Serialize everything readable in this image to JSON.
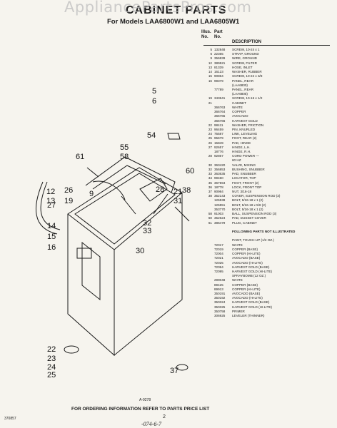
{
  "watermark": "AppliancePartsPros.com",
  "title": "CABINET PARTS",
  "subtitle": "For Models LAA6800W1 and LAA6805W1",
  "header": {
    "illus_no": "Illus.\nNo.",
    "part_no": "Part\nNo.",
    "description": "DESCRIPTION"
  },
  "parts": [
    {
      "illus": "5",
      "part": "132848",
      "desc": "SCREW, 10-24 x 1"
    },
    {
      "illus": "6",
      "part": "22365",
      "desc": "STRAP, GROUND"
    },
    {
      "illus": "9",
      "part": "356839",
      "desc": "WIRE, GROUND"
    },
    {
      "illus": "12",
      "part": "389521",
      "desc": "SCREW, FILTER"
    },
    {
      "illus": "13",
      "part": "81339",
      "desc": "HOSE, INLET"
    },
    {
      "illus": "14",
      "part": "16123",
      "desc": "WASHER, RUBBER"
    },
    {
      "illus": "15",
      "part": "90864",
      "desc": "SCREW, 10-24 x 3/8"
    },
    {
      "illus": "16",
      "part": "99379",
      "desc": "PANEL, REAR"
    },
    {
      "illus": "",
      "part": "",
      "desc": "(LAA6800)"
    },
    {
      "illus": "",
      "part": "77789",
      "desc": "PANEL, REAR"
    },
    {
      "illus": "",
      "part": "",
      "desc": "(LAA6805)"
    },
    {
      "illus": "19",
      "part": "343641",
      "desc": "SCREW, 10-16 x 1/2"
    },
    {
      "illus": "21",
      "part": "",
      "desc": "CABINET"
    },
    {
      "illus": "",
      "part": "366763",
      "desc": "WHITE"
    },
    {
      "illus": "",
      "part": "366764",
      "desc": "COPPER"
    },
    {
      "illus": "",
      "part": "366765",
      "desc": "AVOCADO"
    },
    {
      "illus": "",
      "part": "366766",
      "desc": "HARVEST GOLD"
    },
    {
      "illus": "22",
      "part": "98411",
      "desc": "WASHER, FRICTION"
    },
    {
      "illus": "23",
      "part": "96459",
      "desc": "PIN, KNURLED"
    },
    {
      "illus": "24",
      "part": "75587",
      "desc": "LINK, LEVELING"
    },
    {
      "illus": "25",
      "part": "95679",
      "desc": "FOOT, REAR (2)"
    },
    {
      "illus": "26",
      "part": "15849",
      "desc": "PAD, HINGE"
    },
    {
      "illus": "27",
      "part": "92657",
      "desc": "HINGE, L.H."
    },
    {
      "illus": "",
      "part": "18776",
      "desc": "HINGE, R.H."
    },
    {
      "illus": "28",
      "part": "92867",
      "desc": "CORD POWER —"
    },
    {
      "illus": "",
      "part": "",
      "desc": "60 HZ"
    },
    {
      "illus": "30",
      "part": "363420",
      "desc": "VALVE, MIXING"
    },
    {
      "illus": "32",
      "part": "356853",
      "desc": "BUSHING, SNUBBER"
    },
    {
      "illus": "33",
      "part": "363635",
      "desc": "PAD, SNUBBER"
    },
    {
      "illus": "34",
      "part": "99460",
      "desc": "LOCATOR, TOP"
    },
    {
      "illus": "35",
      "part": "367594",
      "desc": "FOOT, FRONT (2)"
    },
    {
      "illus": "36",
      "part": "18778",
      "desc": "LOCK, FRONT TOP"
    },
    {
      "illus": "37",
      "part": "90984",
      "desc": "NUT, 3/16-18"
    },
    {
      "illus": "38",
      "part": "352143",
      "desc": "COVER, SUSPENSION ROD (3)"
    },
    {
      "illus": "",
      "part": "126538",
      "desc": "BOLT, 5/16-18 x 1 (2)"
    },
    {
      "illus": "",
      "part": "126551",
      "desc": "BOLT, 5/16-18 x 5/8 (2)"
    },
    {
      "illus": "",
      "part": "353770",
      "desc": "BOLT, 5/16-18 x 1 (2)"
    },
    {
      "illus": "58",
      "part": "91003",
      "desc": "BALL, SUSPENSION ROD (3)"
    },
    {
      "illus": "60",
      "part": "352624",
      "desc": "PAD, DUSSET COVER"
    },
    {
      "illus": "61",
      "part": "386479",
      "desc": "PLUG, CABINET"
    },
    {
      "illus": "",
      "part": "",
      "desc": ""
    },
    {
      "illus": "",
      "part": "",
      "desc": "FOLLOWING PARTS NOT ILLUSTRATED",
      "heading": true
    },
    {
      "illus": "",
      "part": "",
      "desc": ""
    },
    {
      "illus": "",
      "part": "",
      "desc": "PAINT, TOUCH-UP (1/2 OZ.)"
    },
    {
      "illus": "",
      "part": "72017",
      "desc": "WHITE"
    },
    {
      "illus": "",
      "part": "72019",
      "desc": "COPPER (BASE)"
    },
    {
      "illus": "",
      "part": "72004",
      "desc": "COPPER (HI-LITE)"
    },
    {
      "illus": "",
      "part": "72021",
      "desc": "AVOCADO (BASE)"
    },
    {
      "illus": "",
      "part": "72025",
      "desc": "AVOCADO (HI-LITE)"
    },
    {
      "illus": "",
      "part": "72094",
      "desc": "HARVEST GOLD (BASE)"
    },
    {
      "illus": "",
      "part": "72095",
      "desc": "HARVEST GOLD (HI-LITE)"
    },
    {
      "illus": "",
      "part": "",
      "desc": "SPRAYBOMB (12 OZ.)"
    },
    {
      "illus": "",
      "part": "299048",
      "desc": "WHITE"
    },
    {
      "illus": "",
      "part": "89425",
      "desc": "COPPER (BASE)"
    },
    {
      "illus": "",
      "part": "89913",
      "desc": "COPPER (HI-LITE)"
    },
    {
      "illus": "",
      "part": "350191",
      "desc": "AVOCADO (BASE)"
    },
    {
      "illus": "",
      "part": "350192",
      "desc": "AVOCADO (HI-LITE)"
    },
    {
      "illus": "",
      "part": "350324",
      "desc": "HARVEST GOLD (BASE)"
    },
    {
      "illus": "",
      "part": "350325",
      "desc": "HARVEST GOLD (HI-LITE)"
    },
    {
      "illus": "",
      "part": "350758",
      "desc": "PRIMER"
    },
    {
      "illus": "",
      "part": "306925",
      "desc": "LEVELER (THINNER)"
    }
  ],
  "callouts": [
    "5",
    "6",
    "54",
    "55",
    "58",
    "60",
    "61",
    "12",
    "26",
    "13",
    "19",
    "9",
    "28",
    "27",
    "14",
    "15",
    "16",
    "21",
    "31",
    "38",
    "32",
    "33",
    "30",
    "22",
    "23",
    "24",
    "25",
    "37"
  ],
  "drawing_code": "A-9278",
  "footer": "FOR ORDERING INFORMATION REFER TO PARTS PRICE LIST",
  "page_number": "2",
  "left_code": "370857",
  "scrawl": "-074-6-7",
  "colors": {
    "ink": "#1a1a1a",
    "paper": "#f6f4ee",
    "watermark": "#bebebe"
  }
}
